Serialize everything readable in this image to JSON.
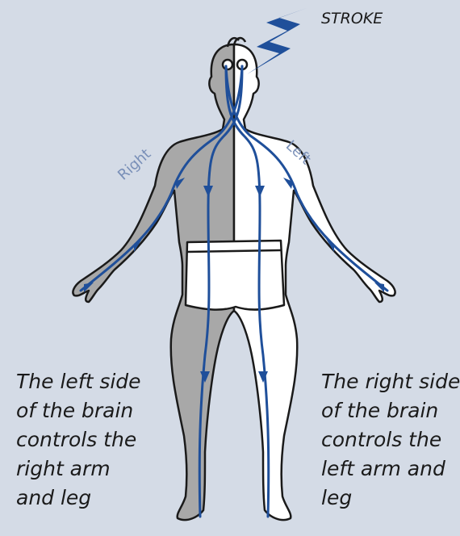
{
  "diagram": {
    "stroke_label": "STROKE",
    "side_labels": {
      "right": "Right",
      "left": "Left"
    },
    "captions": {
      "left": [
        "The left side",
        "of the brain",
        "controls the",
        "right arm",
        "and leg"
      ],
      "right": [
        "The right side",
        "of the brain",
        "controls the",
        "left arm and",
        "leg"
      ]
    },
    "colors": {
      "background": "#d4dbe6",
      "body_shaded": "#a8a8a8",
      "body_light": "#ffffff",
      "outline": "#1a1a1a",
      "nerve": "#1f4f9a",
      "lightning": "#1f4f9a",
      "side_label": "#7a90b8"
    }
  }
}
